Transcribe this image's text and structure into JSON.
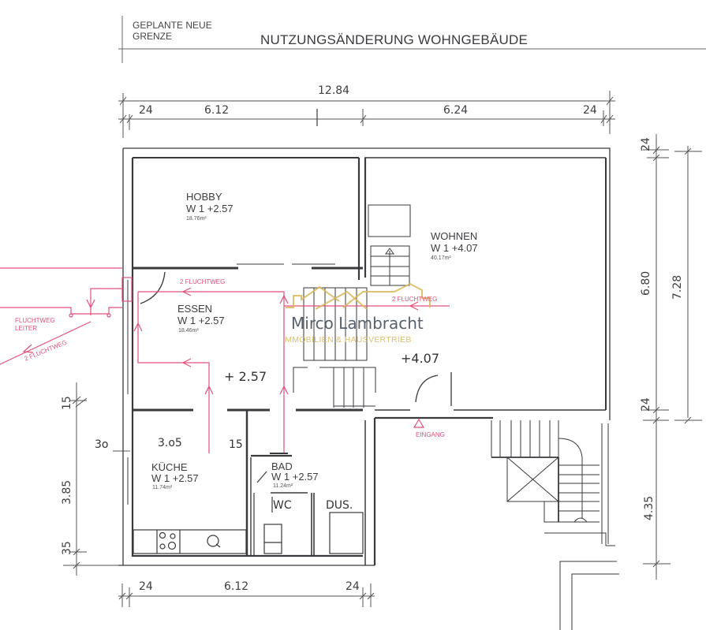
{
  "header": {
    "boundary_note_line1": "GEPLANTE NEUE",
    "boundary_note_line2": "GRENZE",
    "title": "NUTZUNGSÄNDERUNG WOHNGEBÄUDE"
  },
  "dimensions": {
    "top_total": "12.84",
    "top_left_wall": "24",
    "top_left_span": "6.12",
    "top_right_span": "6.24",
    "top_right_wall": "24",
    "right_top_wall": "24",
    "right_span": "6.80",
    "right_total": "7.28",
    "right_bottom_wall": "24",
    "right_lower_span": "4.35",
    "left_top": "15",
    "left_span": "3.85",
    "left_bottom": "35",
    "kitchen_wall": "3o",
    "kitchen_width": "3.o5",
    "kitchen_partition": "15",
    "bottom_left_wall": "24",
    "bottom_span": "6.12",
    "bottom_right_wall": "24"
  },
  "rooms": [
    {
      "name": "HOBBY",
      "level": "W 1  +2.57",
      "area": "18.76m²"
    },
    {
      "name": "WOHNEN",
      "level": "W 1   +4.07",
      "area": "40.17m²"
    },
    {
      "name": "ESSEN",
      "level": "W 1   +2.57",
      "area": "18.46m²"
    },
    {
      "name": "KÜCHE",
      "level": "W 1   +2.57",
      "area": "11.74m²"
    },
    {
      "name": "BAD",
      "level": "W 1  +2.57",
      "area": "11.24m²"
    }
  ],
  "levels": {
    "floor_essen": "+ 2.57",
    "floor_wohnen": "+4.07"
  },
  "fixtures": {
    "wc": "WC",
    "shower": "DUS."
  },
  "escape_routes": {
    "hobby_route": "2 FLUCHTWEG",
    "wohnen_route": "2 FLUCHTWEG",
    "ladder_line1": "FLUCHTWEG",
    "ladder_line2": "LEITER",
    "exterior_route": "2 FLUCHTWEG",
    "entrance": "EINGANG"
  },
  "watermark": {
    "name": "Mirco Lambracht",
    "subtitle": "IMMOBILIEN & HAUSVERTRIEB",
    "colors": {
      "name": "#4a5560",
      "accent": "#d9b85a"
    }
  },
  "colors": {
    "wall": "#3a3a3e",
    "escape_route": "#e0507a",
    "dimension_line": "#555555"
  }
}
